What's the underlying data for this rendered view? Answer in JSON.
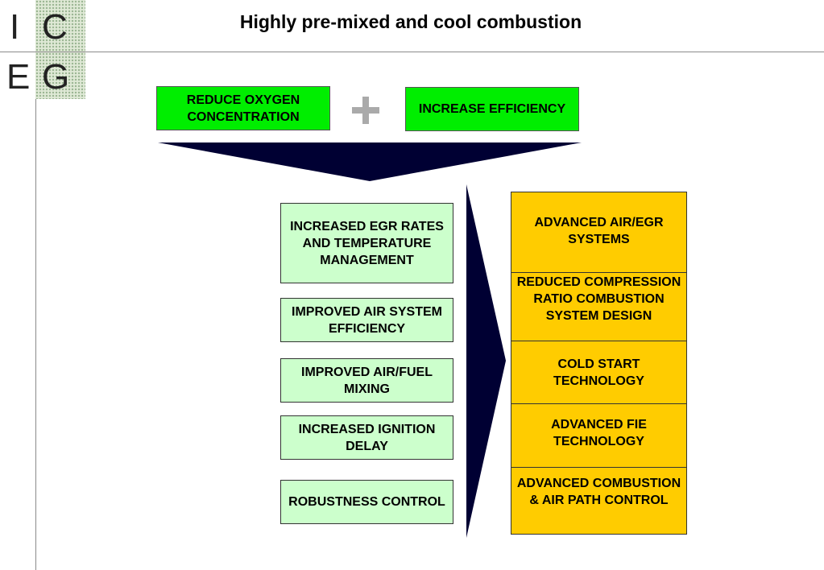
{
  "logo": {
    "letters": [
      "I",
      "C",
      "E",
      "G"
    ]
  },
  "title": "Highly pre-mixed and cool combustion",
  "top_boxes": {
    "left": "REDUCE OXYGEN CONCENTRATION",
    "plus": "+",
    "right": "INCREASE EFFICIENCY"
  },
  "middle_boxes": [
    "INCREASED EGR RATES AND TEMPERATURE MANAGEMENT",
    "IMPROVED AIR SYSTEM EFFICIENCY",
    "IMPROVED AIR/FUEL MIXING",
    "INCREASED IGNITION DELAY",
    "ROBUSTNESS CONTROL"
  ],
  "right_boxes": [
    "ADVANCED AIR/EGR SYSTEMS",
    "REDUCED COMPRESSION RATIO COMBUSTION SYSTEM DESIGN",
    "COLD START TECHNOLOGY",
    "ADVANCED FIE TECHNOLOGY",
    "ADVANCED COMBUSTION & AIR PATH CONTROL"
  ],
  "colors": {
    "top_green": "#00ee00",
    "light_green": "#ccffcc",
    "amber": "#ffcc00",
    "arrow": "#000033"
  }
}
